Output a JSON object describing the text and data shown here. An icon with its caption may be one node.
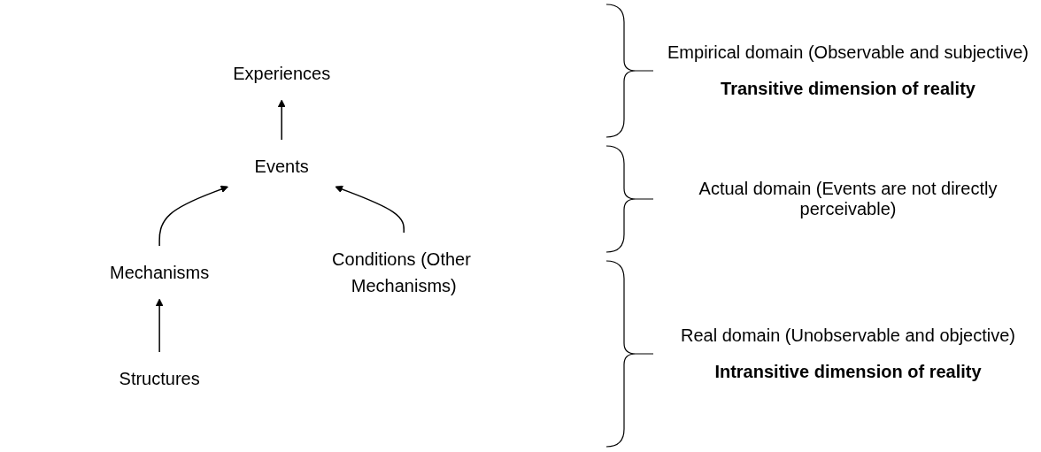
{
  "diagram": {
    "nodes": [
      {
        "text": [
          "Structures"
        ]
      },
      {
        "text": [
          "Mechanisms"
        ]
      },
      {
        "text": [
          "Events"
        ]
      },
      {
        "text": [
          "Experiences"
        ]
      },
      {
        "text": [
          "Conditions (Other Mechanisms)"
        ]
      }
    ],
    "edges": [
      {
        "from": 0,
        "to": 1,
        "arrow": "to"
      },
      {
        "from": 1,
        "to": 2,
        "arrow": "to"
      },
      {
        "from": 2,
        "to": 3,
        "arrow": "to"
      },
      {
        "from": 4,
        "to": 2,
        "arrow": "to"
      }
    ],
    "labels": [
      "Empirical domain (Observable and subjective)",
      "Transitive dimension of reality",
      "Actual domain (Events are not directly perceivable)",
      "Real domain (Unobservable and objective)",
      "Intransitive dimension of reality"
    ]
  }
}
